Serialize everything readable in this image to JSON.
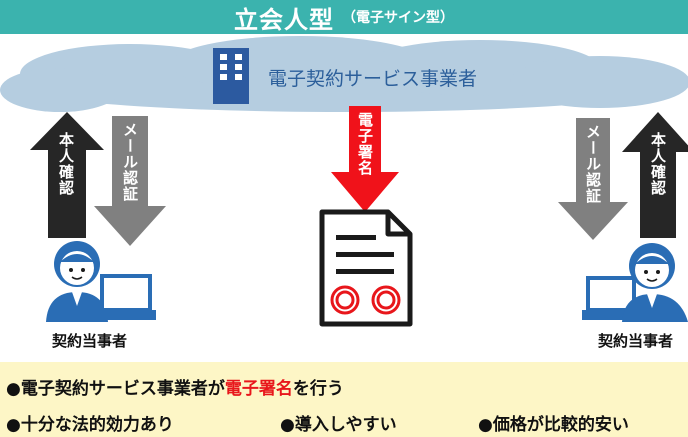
{
  "header": {
    "title": "立会人型",
    "subtitle": "（電子サイン型）"
  },
  "provider": {
    "label": "電子契約サービス事業者"
  },
  "arrows": {
    "identity_verify": "本人確認",
    "mail_auth": "メール認証",
    "e_signature": "電子署名"
  },
  "parties": {
    "left_label": "契約当事者",
    "right_label": "契約当事者"
  },
  "notes": {
    "line1_prefix": "●電子契約サービス事業者が",
    "line1_highlight": "電子署名",
    "line1_suffix": "を行う",
    "bullets": [
      "●十分な法的効力あり",
      "●導入しやすい",
      "●価格が比較的安い"
    ]
  },
  "colors": {
    "header_bg": "#3bb3ae",
    "cloud": "#b5cde0",
    "building": "#2c5aa0",
    "arrow_dark": "#262626",
    "arrow_gray": "#808080",
    "arrow_red": "#f0121a",
    "person": "#2a6db5",
    "panel_bg": "#fdf6c6"
  }
}
